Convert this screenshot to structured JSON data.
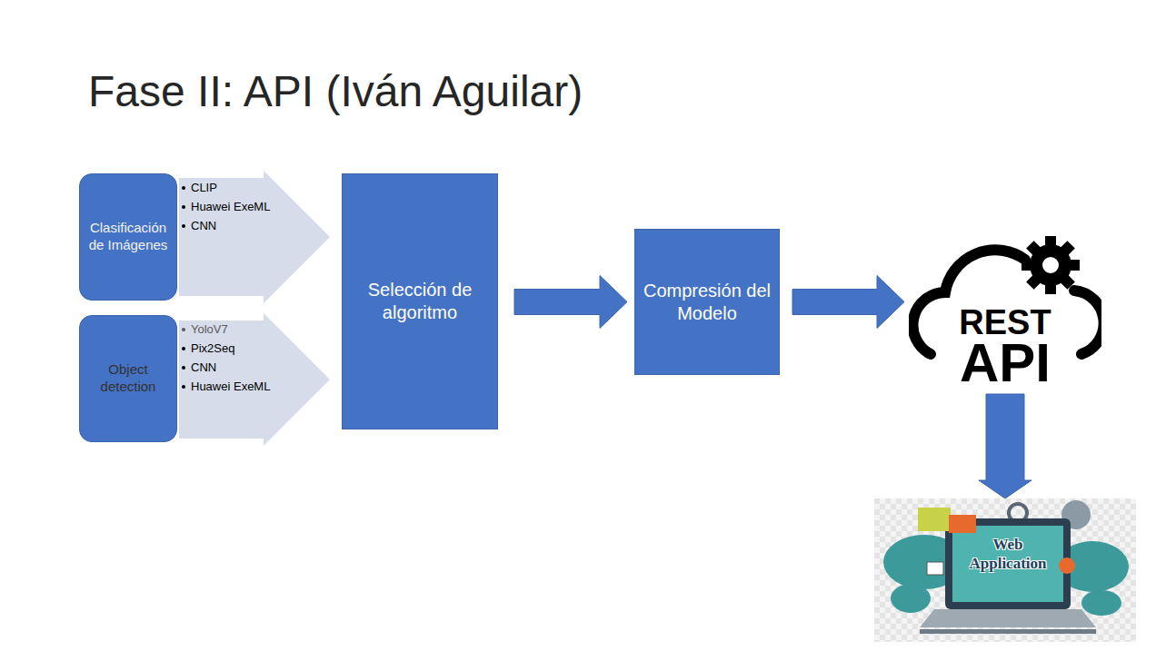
{
  "diagram": {
    "title": "Fase II: API (Iván Aguilar)",
    "nodes": [
      {
        "text": [
          "Clasificación de Imágenes"
        ]
      },
      {
        "text": [
          "CLIP",
          "Huawei ExeML",
          "CNN"
        ]
      },
      {
        "text": [
          "Object detection"
        ]
      },
      {
        "text": [
          "YoloV7",
          "Pix2Seq",
          "CNN",
          "Huawei ExeML"
        ]
      },
      {
        "text": [
          "Selección de algoritmo"
        ]
      },
      {
        "text": [
          "Compresión del Modelo"
        ]
      },
      {
        "text": [
          "REST",
          "API"
        ]
      },
      {
        "text": [
          "Web Application"
        ]
      }
    ],
    "edges": [
      {
        "from": 4,
        "to": 5,
        "arrow": "to"
      },
      {
        "from": 5,
        "to": 6,
        "arrow": "to"
      },
      {
        "from": 6,
        "to": 7,
        "arrow": "to"
      }
    ]
  }
}
